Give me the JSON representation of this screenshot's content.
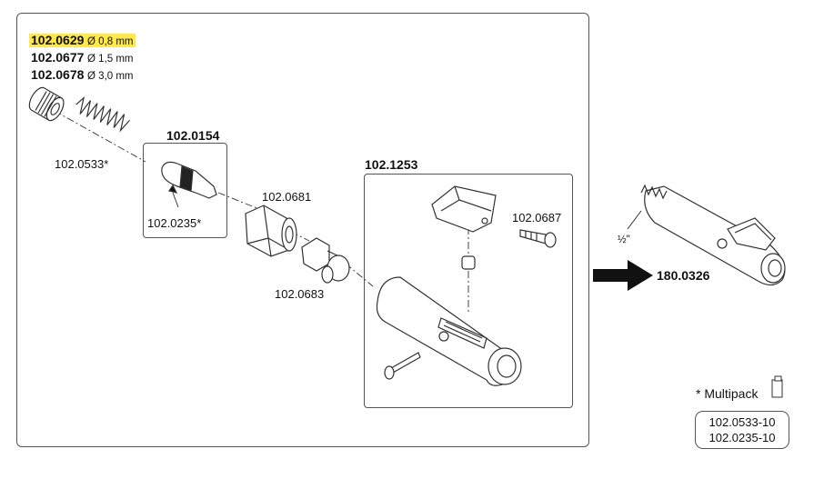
{
  "nozzle_options": [
    {
      "part": "102.0629",
      "size": "Ø 0,8 mm",
      "highlighted": true
    },
    {
      "part": "102.0677",
      "size": "Ø 1,5 mm",
      "highlighted": false
    },
    {
      "part": "102.0678",
      "size": "Ø 3,0 mm",
      "highlighted": false
    }
  ],
  "parts": {
    "spring": "102.0533*",
    "needle_group": "102.0154",
    "needle": "102.0235*",
    "nipple": "102.0681",
    "valve": "102.0683",
    "handle_group": "102.1253",
    "screw": "102.0687",
    "result": "180.0326",
    "thread": "½\""
  },
  "multipack": {
    "label": "* Multipack",
    "items": [
      "102.0533-10",
      "102.0235-10"
    ]
  },
  "colors": {
    "highlight": "#ffe94a",
    "line": "#333333"
  }
}
